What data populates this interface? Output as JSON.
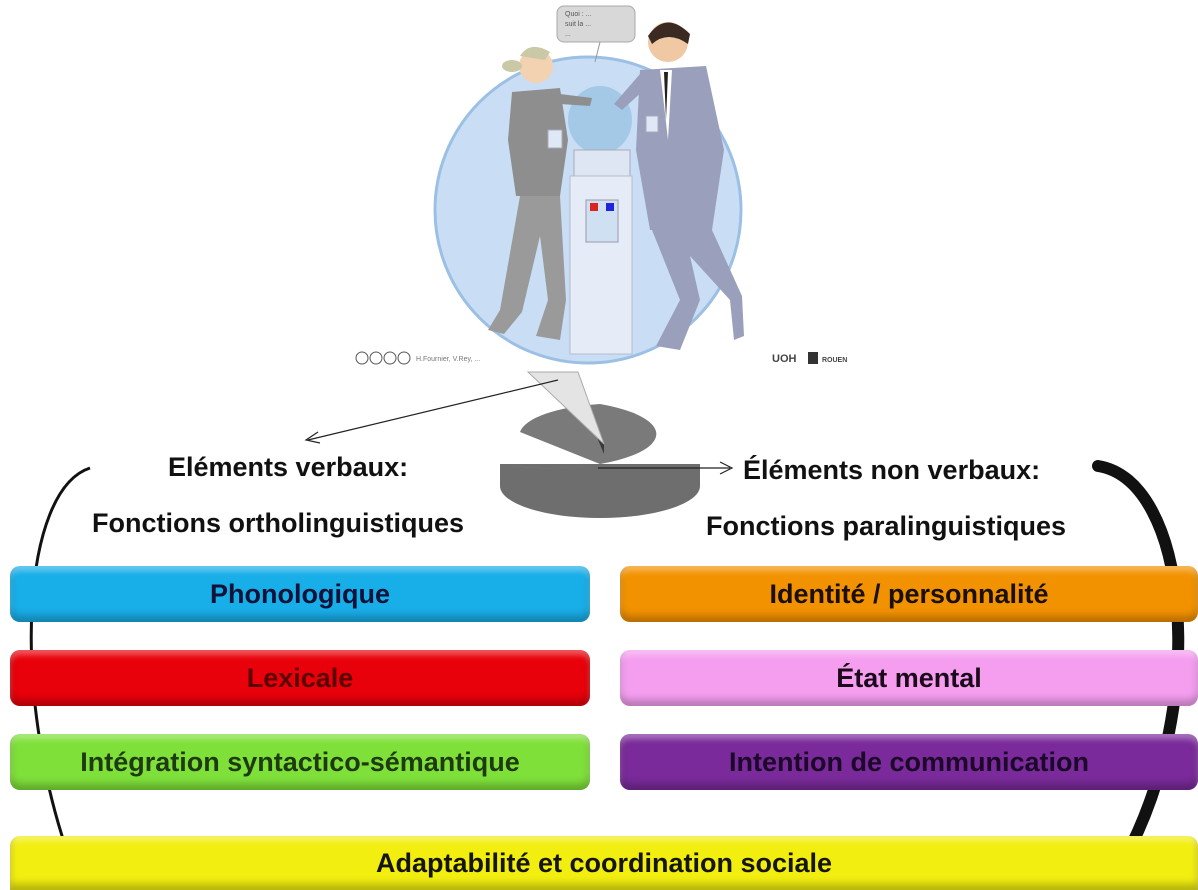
{
  "illustration": {
    "speech_bubble_lines": [
      "Quoi : ...",
      "suit la ...",
      "..."
    ],
    "credit_text": "H.Fournier, V.Rey, ...",
    "logo_uoh": "UOH",
    "logo_univ": "ROUEN"
  },
  "left_heading": {
    "title": "Eléments verbaux:",
    "subtitle": "Fonctions ortholinguistiques"
  },
  "right_heading": {
    "title": "Éléments non verbaux:",
    "subtitle": "Fonctions paralinguistiques"
  },
  "left_bars": [
    {
      "label": "Phonologique",
      "color": "#18aee8",
      "text_color": "#10123a"
    },
    {
      "label": "Lexicale",
      "color": "#e8000a",
      "text_color": "#5a0000"
    },
    {
      "label": "Intégration syntactico-sémantique",
      "color": "#7fe03a",
      "text_color": "#1e3a10"
    }
  ],
  "right_bars": [
    {
      "label": "Identité / personnalité",
      "color": "#f39200",
      "text_color": "#1a1008"
    },
    {
      "label": "État mental",
      "color": "#f59ef0",
      "text_color": "#1a0a1a"
    },
    {
      "label": "Intention de communication",
      "color": "#7a2a9a",
      "text_color": "#1c0828"
    }
  ],
  "bottom_bar": {
    "label": "Adaptabilité et coordination sociale",
    "color": "#f2ee10",
    "text_color": "#151508"
  }
}
